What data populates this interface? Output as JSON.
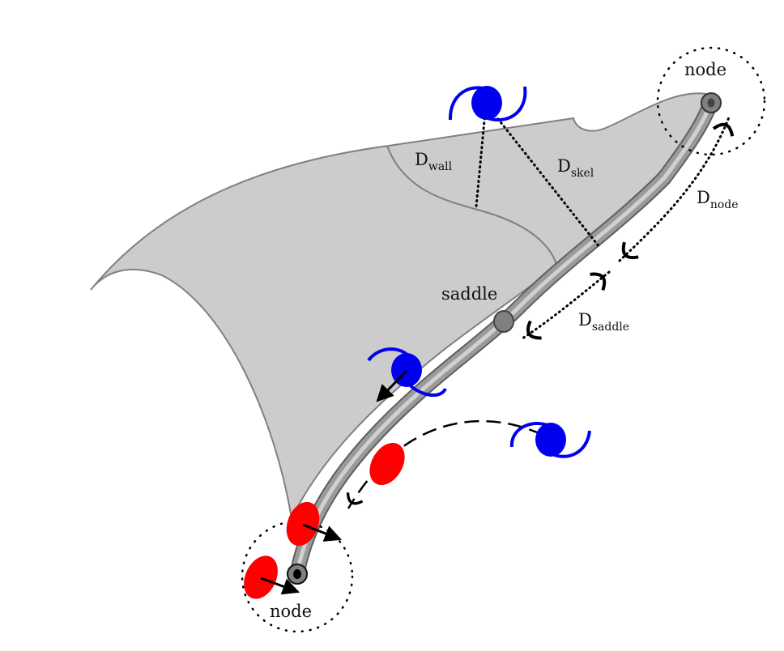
{
  "labels": {
    "node_top": "node",
    "node_bottom": "node",
    "saddle": "saddle",
    "d_wall": {
      "main": "D",
      "sub": "wall"
    },
    "d_skel": {
      "main": "D",
      "sub": "skel"
    },
    "d_node": {
      "main": "D",
      "sub": "node"
    },
    "d_saddle": {
      "main": "D",
      "sub": "saddle"
    }
  },
  "colors": {
    "wall_fill": "#cccccc",
    "wall_stroke": "#808080",
    "blue_halo": "#0000ee",
    "red_halo": "#ff0000",
    "filament_dark": "#707070",
    "filament_light": "#c8c8c8"
  }
}
